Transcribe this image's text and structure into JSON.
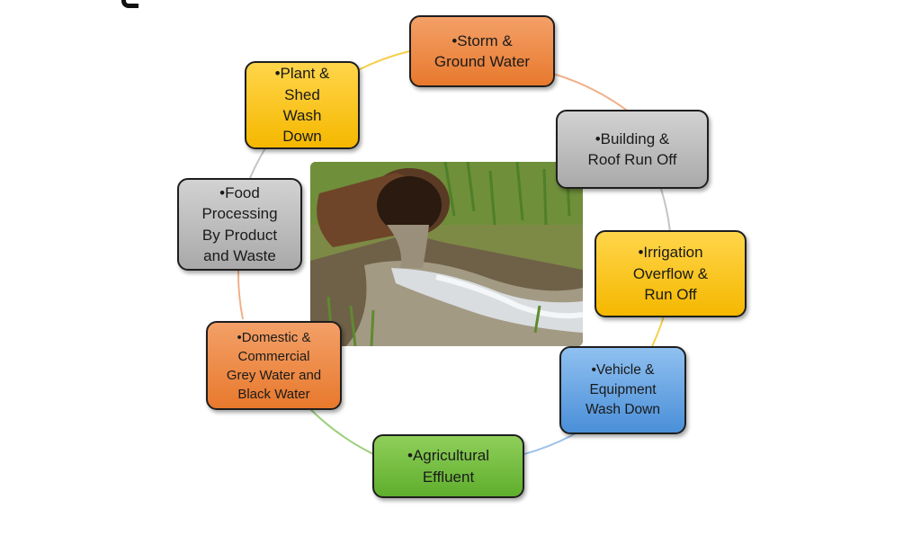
{
  "nodes": [
    {
      "id": "storm",
      "text": "•Storm &\nGround Water",
      "color": "orange"
    },
    {
      "id": "building",
      "text": "•Building &\nRoof Run Off",
      "color": "gray"
    },
    {
      "id": "irrigation",
      "text": "•Irrigation\nOverflow &\nRun Off",
      "color": "yellow"
    },
    {
      "id": "vehicle",
      "text": "•Vehicle &\nEquipment\nWash Down",
      "color": "blue"
    },
    {
      "id": "agricultural",
      "text": "•Agricultural\nEffluent",
      "color": "green"
    },
    {
      "id": "domestic",
      "text": "•Domestic &\nCommercial\nGrey Water and\nBlack Water",
      "color": "orange"
    },
    {
      "id": "food",
      "text": "•Food\nProcessing\nBy Product\nand Waste",
      "color": "gray"
    },
    {
      "id": "plant",
      "text": "•Plant &\nShed\nWash\nDown",
      "color": "yellow"
    }
  ],
  "colors": {
    "orange": "#e8792d",
    "gray": "#a9a9a9",
    "yellow": "#f5b800",
    "blue": "#4a8fd8",
    "green": "#5fae2d",
    "ring_orange": "#f0b089",
    "ring_gray": "#c4c4c4",
    "ring_yellow": "#f5cf4a",
    "ring_blue": "#9cc3ea",
    "ring_green": "#9ccf7a"
  },
  "center_image": "drainage pipe discharging water onto grass"
}
